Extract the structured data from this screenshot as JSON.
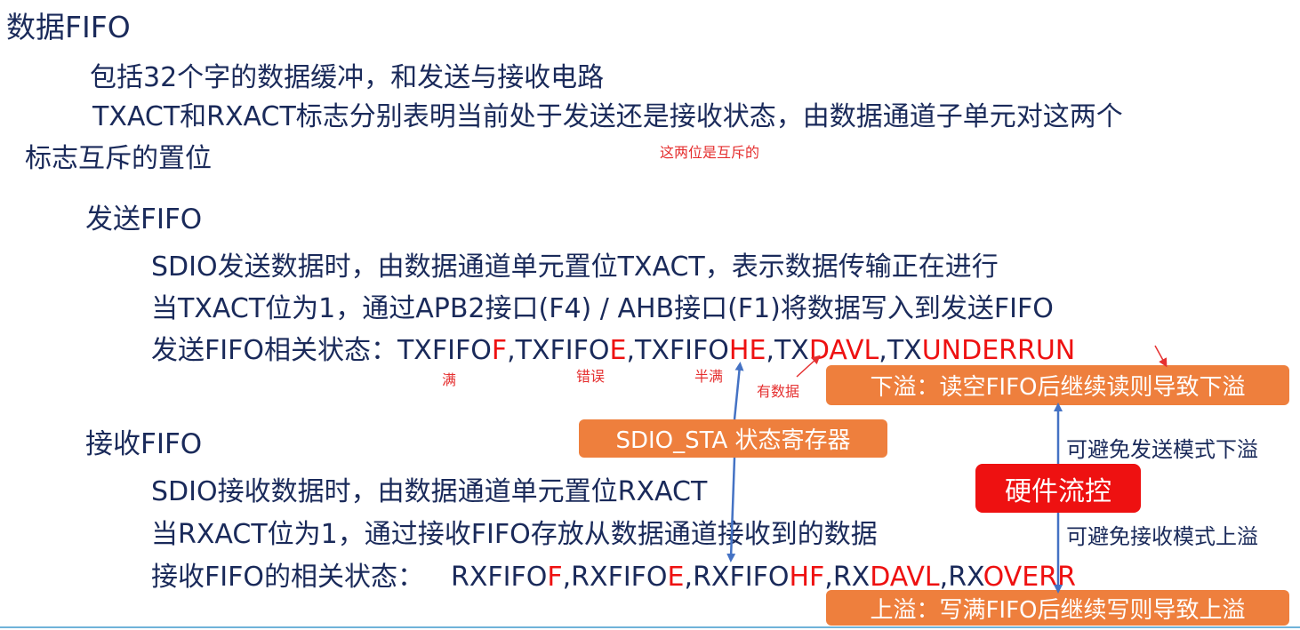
{
  "title": "数据FIFO",
  "intro": {
    "line1": "包括32个字的数据缓冲，和发送与接收电路",
    "line2": "TXACT和RXACT标志分别表明当前处于发送还是接收状态，由数据通道子单元对这两个",
    "line3": "标志互斥的置位",
    "annotation": "这两位是互斥的"
  },
  "tx": {
    "heading": "发送FIFO",
    "line1": "SDIO发送数据时，由数据通道单元置位TXACT，表示数据传输正在进行",
    "line2": "当TXACT位为1，通过APB2接口(F4) / AHB接口(F1)将数据写入到发送FIFO",
    "status_label": "发送FIFO相关状态：",
    "flags": [
      {
        "base": "TXFIFO",
        "hl": "F",
        "sep": ","
      },
      {
        "base": "TXFIFO",
        "hl": "E",
        "sep": ","
      },
      {
        "base": "TXFIFO",
        "hl": "HE",
        "sep": ","
      },
      {
        "base": "TX",
        "hl": "DAVL",
        "sep": ","
      },
      {
        "base": "TX",
        "hl": "UNDERRUN",
        "sep": ""
      }
    ],
    "notes": {
      "full": "满",
      "error": "错误",
      "half": "半满",
      "data": "有数据"
    }
  },
  "rx": {
    "heading": "接收FIFO",
    "line1": "SDIO接收数据时，由数据通道单元置位RXACT",
    "line2": "当RXACT位为1，通过接收FIFO存放从数据通道接收到的数据",
    "status_label": "接收FIFO的相关状态：",
    "flags": [
      {
        "base": "RXFIFO",
        "hl": "F",
        "sep": ","
      },
      {
        "base": "RXFIFO",
        "hl": "E",
        "sep": ","
      },
      {
        "base": "RXFIFO",
        "hl": "HF",
        "sep": ","
      },
      {
        "base": "RX",
        "hl": "DAVL",
        "sep": ","
      },
      {
        "base": "RX",
        "hl": "OVERR",
        "sep": ""
      }
    ]
  },
  "callouts": {
    "underflow": "下溢：读空FIFO后继续读则导致下溢",
    "sta_register": "SDIO_STA 状态寄存器",
    "flow_control": "硬件流控",
    "avoid_tx": "可避免发送模式下溢",
    "avoid_rx": "可避免接收模式上溢",
    "overflow": "上溢：写满FIFO后继续写则导致上溢"
  },
  "colors": {
    "text": "#1a2a5a",
    "highlight": "#ee1111",
    "callout": "#ee7f3d",
    "arrow": "#4472c4",
    "rule": "#6fb3d9"
  }
}
